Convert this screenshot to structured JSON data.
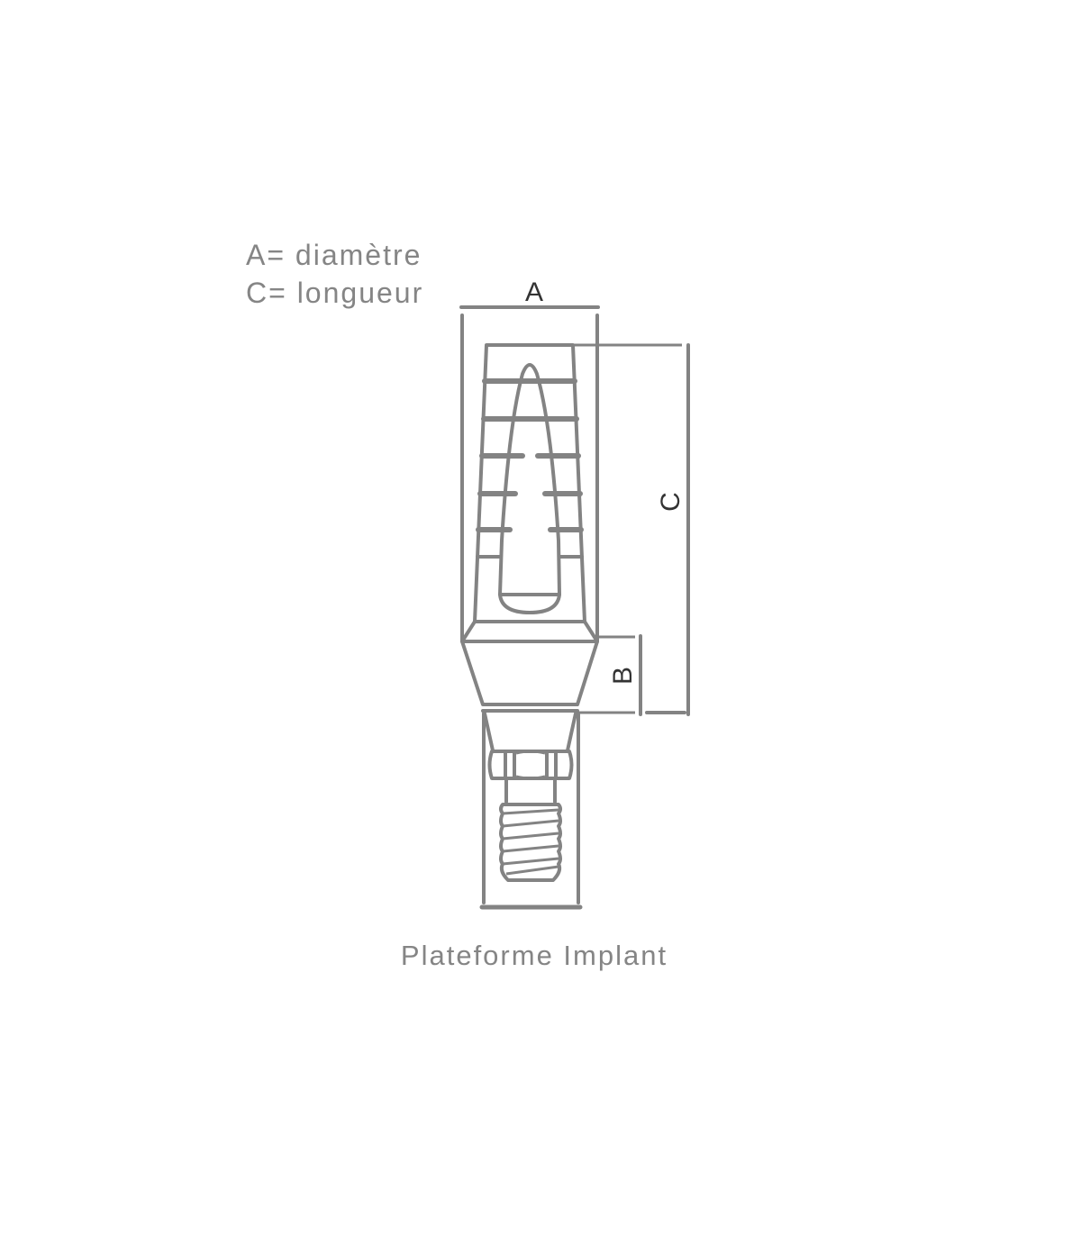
{
  "legend": {
    "line_a": "A= diamètre",
    "line_c": "C= longueur"
  },
  "dimensions": {
    "a": "A",
    "b": "B",
    "c": "C"
  },
  "caption": "Plateforme Implant",
  "colors": {
    "line": "#838383",
    "text": "#858585",
    "dim_label": "#333333"
  }
}
